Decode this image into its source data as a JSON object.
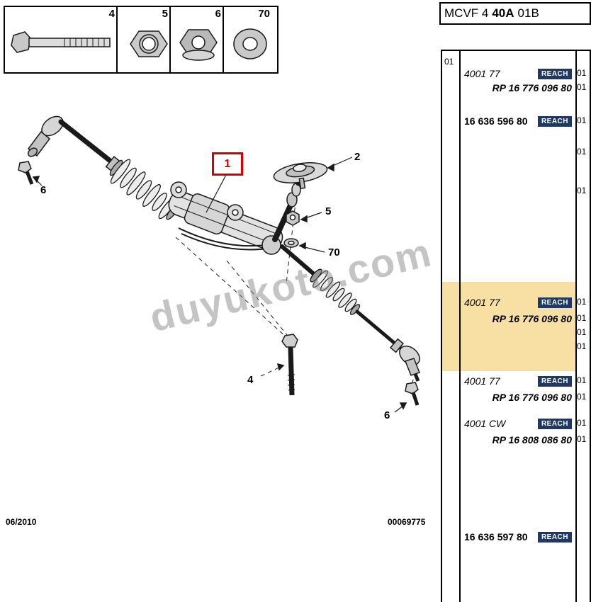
{
  "header": {
    "title_prefix": "MCVF 4",
    "title_code": "40A",
    "title_suffix": "01B"
  },
  "inset": {
    "labels": [
      "4",
      "5",
      "6",
      "70"
    ]
  },
  "callouts": {
    "main": "1",
    "disc": "2",
    "bolt": "4",
    "nut": "5",
    "tie_left": "6",
    "tie_right": "6",
    "washer": "70"
  },
  "watermark": "duyukoto.com",
  "footer": {
    "date": "06/2010",
    "doc_number": "00069775"
  },
  "colors": {
    "reach_badge_bg": "#1F3864",
    "highlight_row_bg": "#F8DFA3",
    "callout_box_red": "#D40000"
  },
  "panel": {
    "reach": "REACH",
    "top_qty": "01",
    "rows": [
      {
        "ref": "4001 77",
        "qty": "01"
      },
      {
        "ref": "RP 16 776 096 80",
        "qty": "01"
      },
      {
        "ref": "16 636 596 80",
        "qty": "01"
      },
      {
        "qty": "01"
      },
      {
        "qty": "01"
      },
      {
        "ref": "4001 77",
        "qty": "01"
      },
      {
        "ref": "RP 16 776 096 80",
        "qty": "01"
      },
      {
        "qty": "01"
      },
      {
        "qty": "01"
      },
      {
        "ref": "4001 77",
        "qty": "01"
      },
      {
        "ref": "RP 16 776 096 80",
        "qty": "01"
      },
      {
        "ref": "4001 CW",
        "qty": "01"
      },
      {
        "ref": "RP 16 808 086 80",
        "qty": "01"
      },
      {
        "ref": "16 636 597 80"
      }
    ]
  }
}
